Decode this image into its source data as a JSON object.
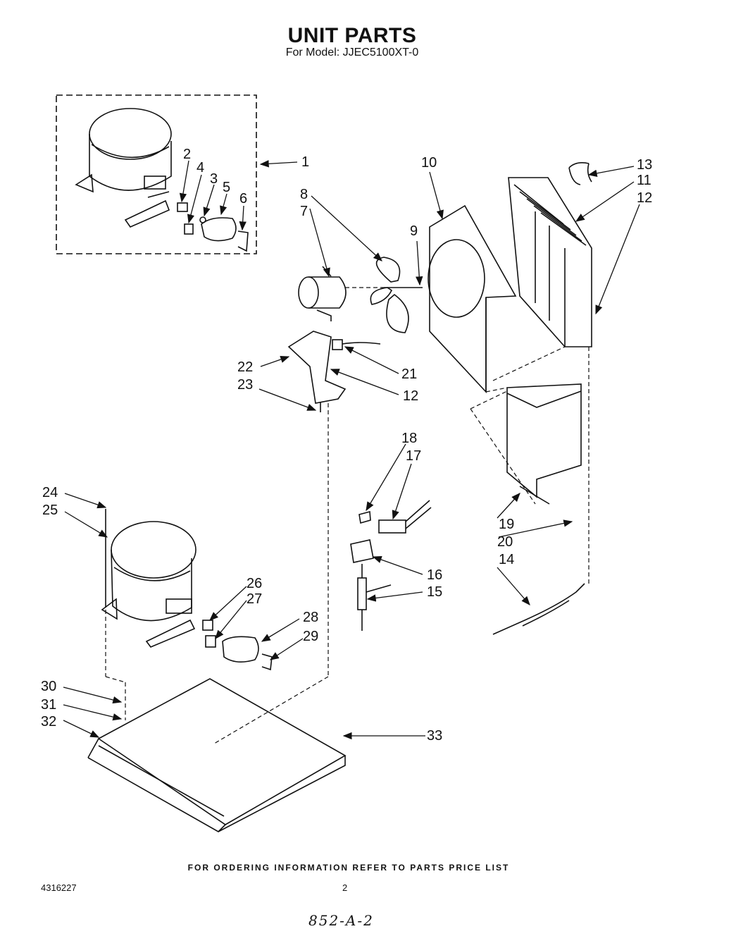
{
  "header": {
    "title": "UNIT PARTS",
    "subtitle": "For Model: JJEC5100XT-0"
  },
  "callouts": [
    "1",
    "2",
    "3",
    "4",
    "5",
    "6",
    "7",
    "8",
    "9",
    "10",
    "11",
    "12",
    "13",
    "21",
    "22",
    "23",
    "12",
    "18",
    "17",
    "16",
    "15",
    "24",
    "25",
    "26",
    "27",
    "28",
    "29",
    "19",
    "20",
    "14",
    "30",
    "31",
    "32",
    "33"
  ],
  "footer": {
    "ordering_note": "FOR ORDERING INFORMATION REFER TO PARTS PRICE LIST",
    "doc_number": "4316227",
    "page_number": "2",
    "handwritten_code": "852-A-2"
  }
}
